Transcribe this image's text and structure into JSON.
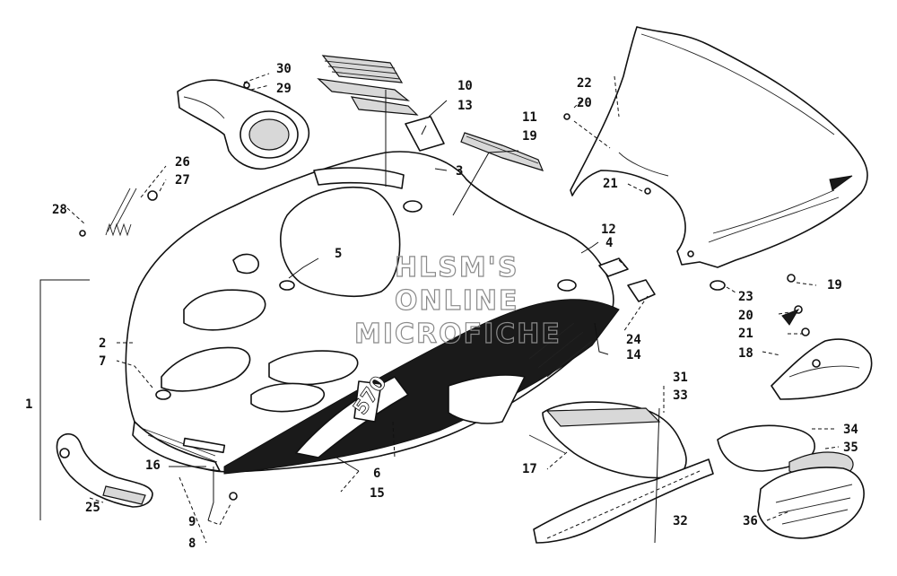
{
  "watermark": {
    "lines": [
      "HLSM'S",
      "ONLINE",
      "MICROFICHE"
    ],
    "color": "#8a8a8a"
  },
  "hood_badge": "570",
  "callouts": [
    "1",
    "2",
    "3",
    "4",
    "5",
    "6",
    "7",
    "8",
    "9",
    "10",
    "11",
    "12",
    "13",
    "14",
    "15",
    "16",
    "17",
    "18",
    "19",
    "20",
    "21",
    "22",
    "23",
    "24",
    "25",
    "26",
    "27",
    "28",
    "29",
    "30",
    "31",
    "32",
    "33",
    "34",
    "35",
    "36"
  ],
  "callout_labels": {
    "c1": "1",
    "c2": "2",
    "c3": "3",
    "c4": "4",
    "c5": "5",
    "c6": "6",
    "c7": "7",
    "c8": "8",
    "c9": "9",
    "c10": "10",
    "c11": "11",
    "c12": "12",
    "c13": "13",
    "c14": "14",
    "c15": "15",
    "c16": "16",
    "c17": "17",
    "c18": "18",
    "c19a": "19",
    "c19b": "19",
    "c20a": "20",
    "c20b": "20",
    "c21a": "21",
    "c21b": "21",
    "c22": "22",
    "c23": "23",
    "c24": "24",
    "c25": "25",
    "c26": "26",
    "c27": "27",
    "c28": "28",
    "c29": "29",
    "c30": "30",
    "c31": "31",
    "c32": "32",
    "c33": "33",
    "c34": "34",
    "c35": "35",
    "c36": "36"
  }
}
